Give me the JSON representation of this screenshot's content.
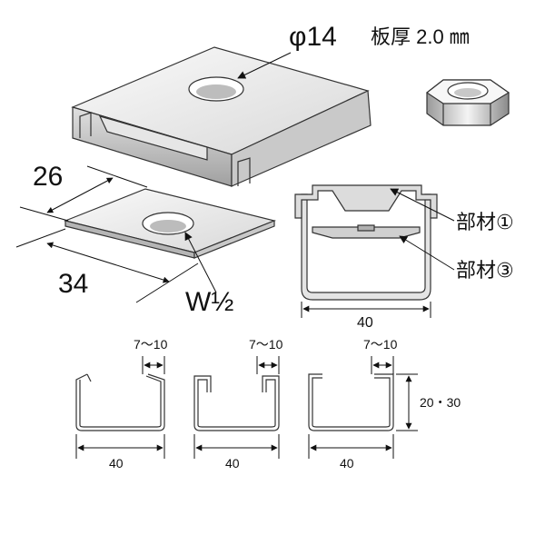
{
  "plate": {
    "hole_label": "φ14",
    "thickness_label": "板厚 2.0 ㎜"
  },
  "washer": {
    "dim_width": "26",
    "dim_length": "34",
    "bolt_label": "W½"
  },
  "section": {
    "part1_label": "部材①",
    "part3_label": "部材③",
    "width_label": "40"
  },
  "channels": {
    "opening_label": "7～10",
    "height_label": "20・30",
    "width_label": "40"
  },
  "colors": {
    "metal_light": "#f2f2f2",
    "metal_mid": "#d9d9d9",
    "metal_dark": "#a8a8a8",
    "line": "#111111"
  }
}
